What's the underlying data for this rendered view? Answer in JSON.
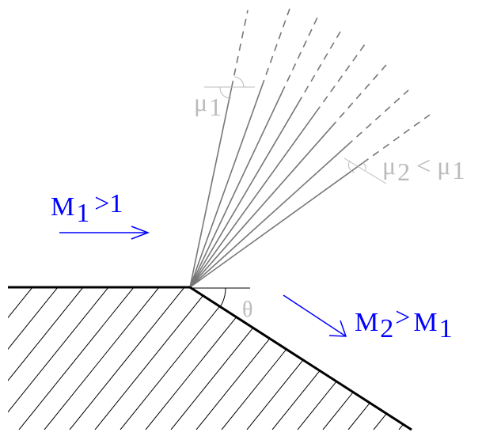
{
  "labels": {
    "mu1": "μ",
    "mu1_sub": "1",
    "mu2": "μ",
    "mu2_sub": "2",
    "mu2_rel": "<",
    "mu2_rhs": "μ",
    "mu2_rhs_sub": "1",
    "theta": "θ",
    "m1": "M",
    "m1_sub": "1",
    "m1_rel": ">1",
    "m2": "M",
    "m2_sub": "2",
    "m2_rel": ">",
    "m2_rhs": "M",
    "m2_rhs_sub": "1"
  },
  "colors": {
    "flow": "#0000ff",
    "annotation": "#bbbbbb",
    "fan": "#777777",
    "wall": "#000000"
  }
}
